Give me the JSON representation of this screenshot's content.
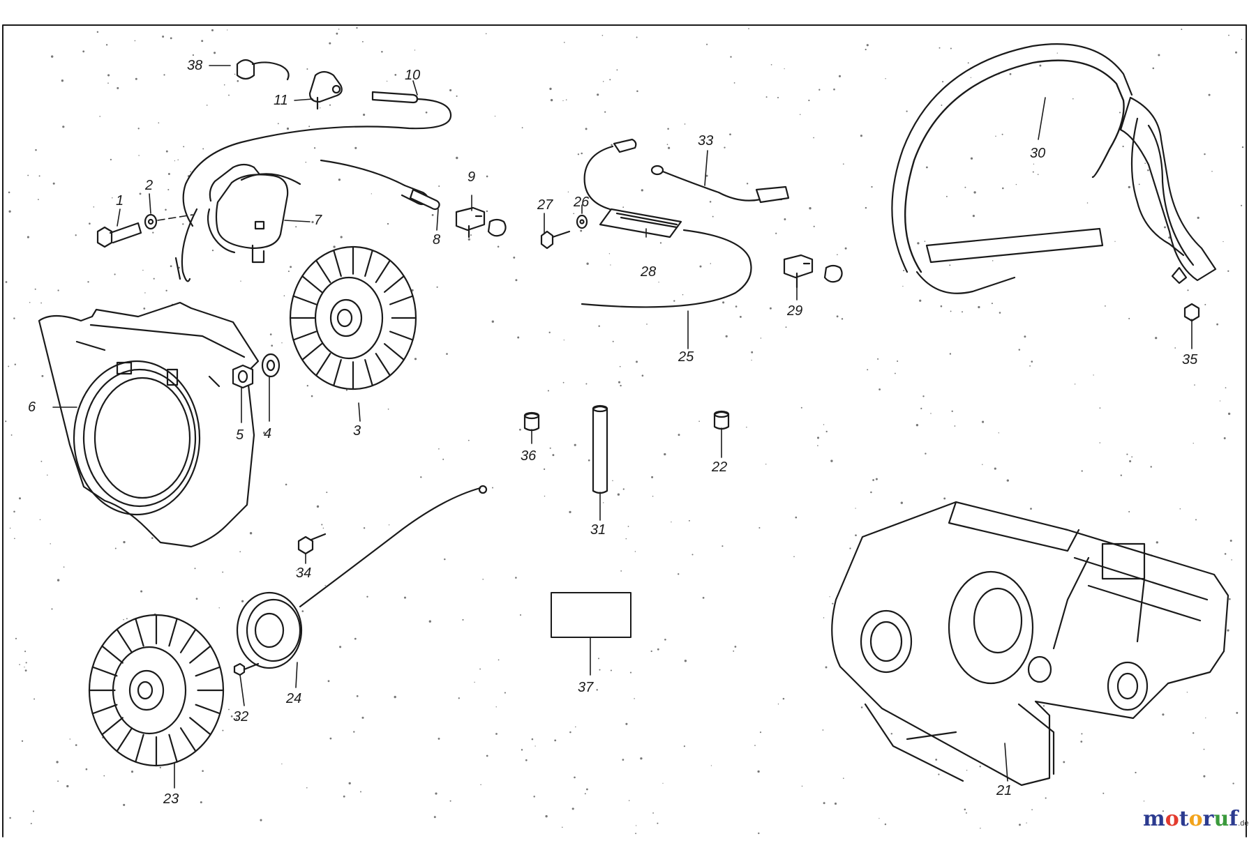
{
  "diagram": {
    "callouts": [
      {
        "id": "c1",
        "text": "1"
      },
      {
        "id": "c2",
        "text": "2"
      },
      {
        "id": "c3",
        "text": "3"
      },
      {
        "id": "c4",
        "text": "4"
      },
      {
        "id": "c5",
        "text": "5"
      },
      {
        "id": "c6",
        "text": "6"
      },
      {
        "id": "c7",
        "text": "7"
      },
      {
        "id": "c8",
        "text": "8"
      },
      {
        "id": "c9",
        "text": "9"
      },
      {
        "id": "c10",
        "text": "10"
      },
      {
        "id": "c11",
        "text": "11"
      },
      {
        "id": "c21",
        "text": "21"
      },
      {
        "id": "c22",
        "text": "22"
      },
      {
        "id": "c23",
        "text": "23"
      },
      {
        "id": "c24",
        "text": "24"
      },
      {
        "id": "c25",
        "text": "25"
      },
      {
        "id": "c26",
        "text": "26"
      },
      {
        "id": "c27",
        "text": "27"
      },
      {
        "id": "c28",
        "text": "28"
      },
      {
        "id": "c29",
        "text": "29"
      },
      {
        "id": "c30",
        "text": "30"
      },
      {
        "id": "c31",
        "text": "31"
      },
      {
        "id": "c32",
        "text": "32"
      },
      {
        "id": "c33",
        "text": "33"
      },
      {
        "id": "c34",
        "text": "34"
      },
      {
        "id": "c35",
        "text": "35"
      },
      {
        "id": "c36",
        "text": "36"
      },
      {
        "id": "c37",
        "text": "37"
      },
      {
        "id": "c38",
        "text": "38"
      }
    ]
  },
  "watermark": {
    "text_m": "m",
    "text_o1": "o",
    "text_t": "t",
    "text_o2": "o",
    "text_r": "r",
    "text_u": "u",
    "text_f": "f",
    "tld": ".de",
    "colors": {
      "m": "#2b3a8f",
      "o1": "#e33b2e",
      "t": "#2b3a8f",
      "o2": "#f2a31b",
      "r": "#2b3a8f",
      "u": "#3a9a3c",
      "f": "#2b3a8f"
    }
  },
  "colors": {
    "ink": "#1a1a1a",
    "paper": "#ffffff"
  }
}
